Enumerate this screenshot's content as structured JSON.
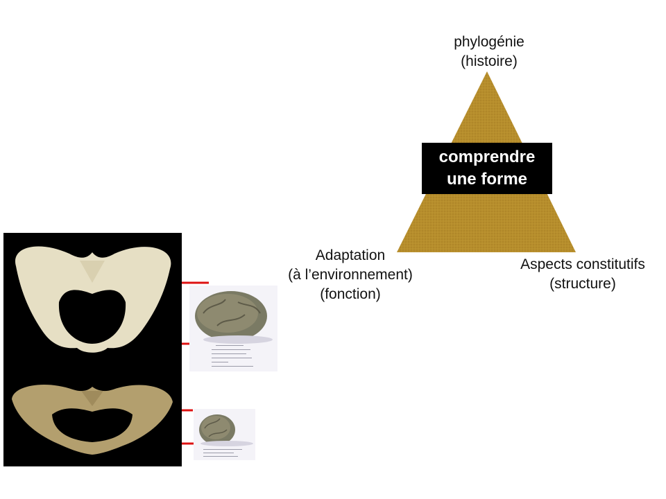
{
  "diagram": {
    "apex_label": {
      "line1": "phylogénie",
      "line2": "(histoire)"
    },
    "center_label": {
      "line1": "comprendre",
      "line2": "une forme"
    },
    "left_label": {
      "line1": "Adaptation",
      "line2": "(à l’environnement)",
      "line3": "(fonction)"
    },
    "right_label": {
      "line1": "Aspects constitutifs",
      "line2": "(structure)"
    }
  },
  "colors": {
    "pyramid_fill": "#b78e2c",
    "box_fill": "#000000",
    "box_text": "#ffffff",
    "pointer_line": "#dd1111",
    "bone_color": "#e6dfc4",
    "fossil_bone_color": "#b39f6e"
  }
}
